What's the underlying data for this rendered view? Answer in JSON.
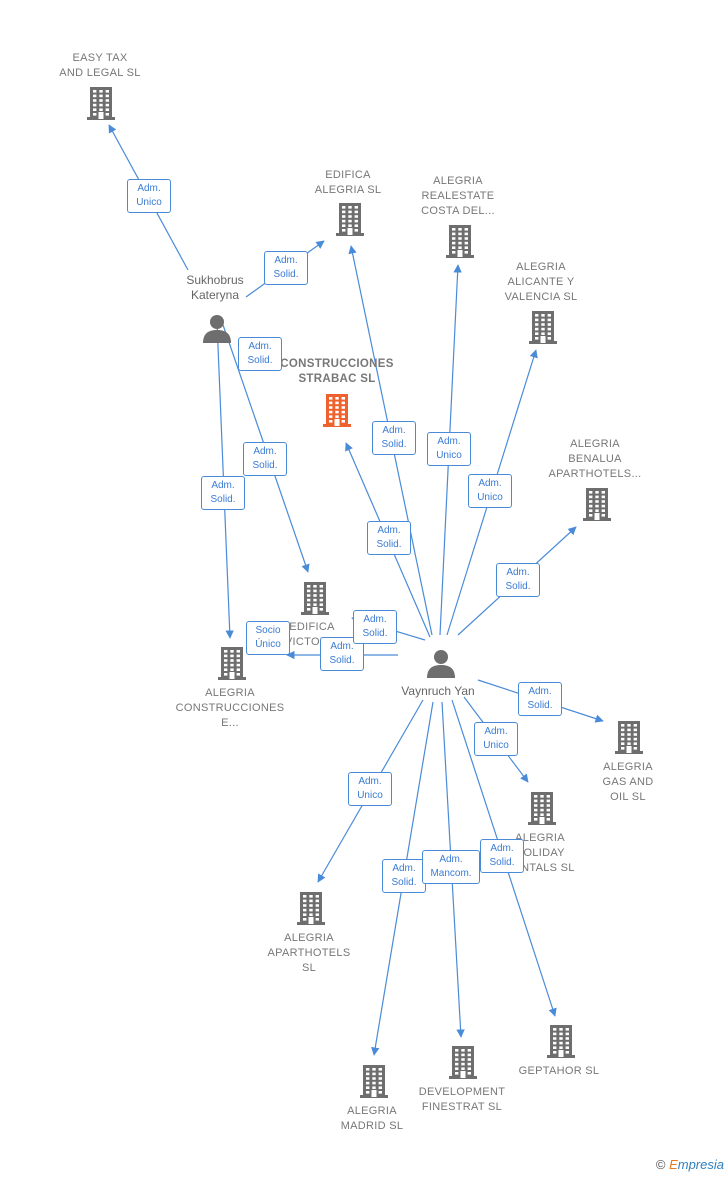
{
  "colors": {
    "edge": "#4a8bd8",
    "company": "#6e6e6e",
    "focus_company": "#f0622d",
    "person": "#6e6e6e"
  },
  "companies": [
    {
      "id": "easy_tax",
      "lines": [
        "EASY TAX",
        "AND LEGAL  SL"
      ],
      "icon": "building-icon"
    },
    {
      "id": "edifica_alegria",
      "lines": [
        "EDIFICA",
        "ALEGRIA  SL"
      ],
      "icon": "building-icon"
    },
    {
      "id": "alegria_realestate",
      "lines": [
        "ALEGRIA",
        "REALESTATE",
        "COSTA DEL..."
      ],
      "icon": "building-icon"
    },
    {
      "id": "alegria_alicante",
      "lines": [
        "ALEGRIA",
        "ALICANTE Y",
        "VALENCIA  SL"
      ],
      "icon": "building-icon"
    },
    {
      "id": "construcciones_strabac",
      "lines": [
        "CONSTRUCCIONES",
        "STRABAC  SL"
      ],
      "icon": "building-icon",
      "focus": true
    },
    {
      "id": "alegria_benalua",
      "lines": [
        "ALEGRIA",
        "BENALUA",
        "APARTHOTELS..."
      ],
      "icon": "building-icon"
    },
    {
      "id": "edifica_victoria",
      "lines": [
        "EDIFICA",
        "VICTORIA"
      ],
      "icon": "building-icon"
    },
    {
      "id": "alegria_construcciones",
      "lines": [
        "ALEGRIA",
        "CONSTRUCCIONES",
        "E..."
      ],
      "icon": "building-icon"
    },
    {
      "id": "alegria_gas_oil",
      "lines": [
        "ALEGRIA",
        "GAS AND",
        "OIL  SL"
      ],
      "icon": "building-icon"
    },
    {
      "id": "alegria_holiday",
      "lines": [
        "ALEGRIA",
        "HOLIDAY",
        "RENTALS  SL"
      ],
      "icon": "building-icon"
    },
    {
      "id": "alegria_aparthotels",
      "lines": [
        "ALEGRIA",
        "APARTHOTELS",
        "SL"
      ],
      "icon": "building-icon"
    },
    {
      "id": "alegria_madrid",
      "lines": [
        "ALEGRIA",
        "MADRID  SL"
      ],
      "icon": "building-icon"
    },
    {
      "id": "development_finestrat",
      "lines": [
        "DEVELOPMENT",
        "FINESTRAT  SL"
      ],
      "icon": "building-icon"
    },
    {
      "id": "geptahor",
      "lines": [
        "GEPTAHOR SL"
      ],
      "icon": "building-icon"
    }
  ],
  "persons": [
    {
      "id": "sukhobrus",
      "lines": [
        "Sukhobrus",
        "Kateryna"
      ],
      "icon": "person-icon"
    },
    {
      "id": "vaynruch",
      "lines": [
        "Vaynruch Yan"
      ],
      "icon": "person-icon"
    }
  ],
  "relations": [
    {
      "id": "r1",
      "lines": [
        "Adm.",
        "Unico"
      ]
    },
    {
      "id": "r2",
      "lines": [
        "Adm.",
        "Solid."
      ]
    },
    {
      "id": "r3",
      "lines": [
        "Adm.",
        "Solid."
      ]
    },
    {
      "id": "r4",
      "lines": [
        "Adm.",
        "Solid."
      ]
    },
    {
      "id": "r5",
      "lines": [
        "Adm.",
        "Solid."
      ]
    },
    {
      "id": "r6",
      "lines": [
        "Socio",
        "Único"
      ]
    },
    {
      "id": "r7",
      "lines": [
        "Adm.",
        "Solid."
      ]
    },
    {
      "id": "r8",
      "lines": [
        "Adm.",
        "Unico"
      ]
    },
    {
      "id": "r9",
      "lines": [
        "Adm.",
        "Unico"
      ]
    },
    {
      "id": "r10",
      "lines": [
        "Adm.",
        "Solid."
      ]
    },
    {
      "id": "r11",
      "lines": [
        "Adm.",
        "Solid."
      ]
    },
    {
      "id": "r12",
      "lines": [
        "Adm.",
        "Solid."
      ]
    },
    {
      "id": "r13",
      "lines": [
        "Adm.",
        "Solid."
      ]
    },
    {
      "id": "r14",
      "lines": [
        "Adm.",
        "Solid."
      ]
    },
    {
      "id": "r15",
      "lines": [
        "Adm.",
        "Unico"
      ]
    },
    {
      "id": "r16",
      "lines": [
        "Adm.",
        "Unico"
      ]
    },
    {
      "id": "r17",
      "lines": [
        "Adm.",
        "Solid."
      ]
    },
    {
      "id": "r18",
      "lines": [
        "Adm.",
        "Mancom."
      ]
    },
    {
      "id": "r19",
      "lines": [
        "Adm.",
        "Solid."
      ]
    }
  ],
  "footer": {
    "copyright": "©",
    "brand_first": "E",
    "brand_rest": "mpresia"
  }
}
